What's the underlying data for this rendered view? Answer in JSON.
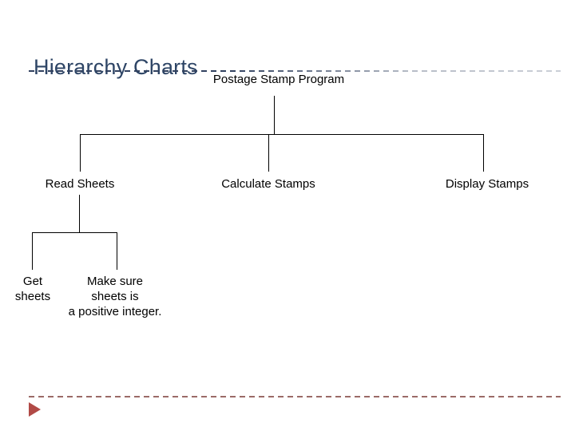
{
  "slide": {
    "title": "Hierarchy Charts",
    "title_color": "#2E4566",
    "background_color": "#FFFFFF",
    "title_rule_color": "#31415F",
    "footer_rule_color": "#9B6A67",
    "play_triangle_color": "#B14A46",
    "play_triangle_name": "advance-slide-triangle"
  },
  "chart_data": {
    "type": "diagram",
    "diagram_type": "hierarchy-chart",
    "title": "Postage Stamp Program",
    "orientation": "top-down",
    "line_color": "#000000",
    "text_color": "#000000",
    "levels": 3,
    "nodes": [
      {
        "id": "root",
        "label": "Postage Stamp Program",
        "level": 0,
        "parent": null
      },
      {
        "id": "read",
        "label": "Read Sheets",
        "level": 1,
        "parent": "root"
      },
      {
        "id": "calculate",
        "label": "Calculate Stamps",
        "level": 1,
        "parent": "root"
      },
      {
        "id": "display",
        "label": "Display Stamps",
        "level": 1,
        "parent": "root"
      },
      {
        "id": "get",
        "label": "Get\nsheets",
        "level": 2,
        "parent": "read"
      },
      {
        "id": "validate",
        "label": "Make sure\nsheets is\na positive integer.",
        "level": 2,
        "parent": "read"
      }
    ],
    "edges": [
      {
        "from": "root",
        "to": "read"
      },
      {
        "from": "root",
        "to": "calculate"
      },
      {
        "from": "root",
        "to": "display"
      },
      {
        "from": "read",
        "to": "get"
      },
      {
        "from": "read",
        "to": "validate"
      }
    ]
  }
}
